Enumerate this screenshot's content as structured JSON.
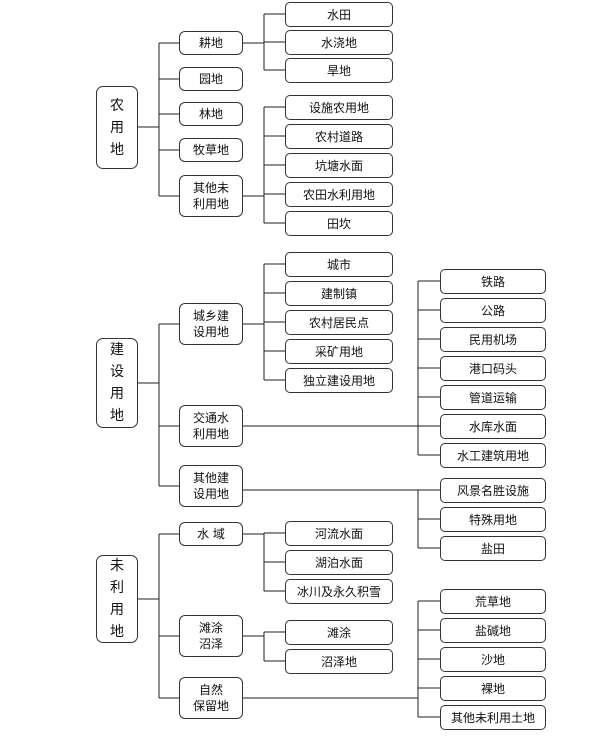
{
  "roots": [
    {
      "label": "农\n用\n地",
      "categories": [
        {
          "label": "耕地",
          "items": [
            "水田",
            "水浇地",
            "旱地"
          ]
        },
        {
          "label": "园地",
          "items": []
        },
        {
          "label": "林地",
          "items": []
        },
        {
          "label": "牧草地",
          "items": []
        },
        {
          "label": "其他未\n利用地",
          "items": [
            "设施农用地",
            "农村道路",
            "坑塘水面",
            "农田水利用地",
            "田坎"
          ]
        }
      ]
    },
    {
      "label": "建\n设\n用\n地",
      "categories": [
        {
          "label": "城乡建\n设用地",
          "items": [
            "城市",
            "建制镇",
            "农村居民点",
            "采矿用地",
            "独立建设用地"
          ]
        },
        {
          "label": "交通水\n利用地",
          "items": [
            "铁路",
            "公路",
            "民用机场",
            "港口码头",
            "管道运输",
            "水库水面",
            "水工建筑用地"
          ]
        },
        {
          "label": "其他建\n设用地",
          "items": [
            "风景名胜设施",
            "特殊用地",
            "盐田"
          ]
        }
      ]
    },
    {
      "label": "未\n利\n用\n地",
      "categories": [
        {
          "label": "水 域",
          "items": [
            "河流水面",
            "湖泊水面",
            "冰川及永久积雪"
          ]
        },
        {
          "label": "滩涂\n沼泽",
          "items": [
            "滩涂",
            "沼泽地"
          ]
        },
        {
          "label": "自然\n保留地",
          "items": [
            "荒草地",
            "盐碱地",
            "沙地",
            "裸地",
            "其他未利用土地"
          ]
        }
      ]
    }
  ]
}
